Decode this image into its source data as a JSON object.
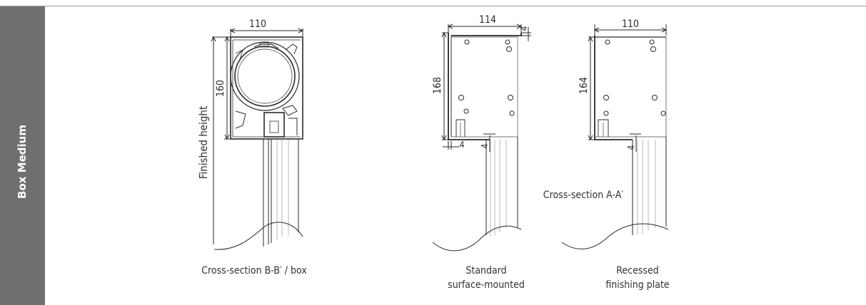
{
  "sidebar": {
    "title": "Box Medium"
  },
  "drawing_b": {
    "width_dim": "110",
    "height_dim": "160",
    "finished_height": "Finished height",
    "caption": "Cross-section B-B′ / box"
  },
  "drawing_standard": {
    "width_dim": "114",
    "height_dim": "168",
    "top_offset": "4",
    "bottom_left_offset": "4",
    "bottom_offset": "4",
    "caption_line1": "Standard",
    "caption_line2": "surface-mounted"
  },
  "drawing_recessed": {
    "width_dim": "110",
    "height_dim": "164",
    "bottom_offset": "4",
    "caption_line1": "Recessed",
    "caption_line2": "finishing plate"
  },
  "section_label": "Cross-section A-A′"
}
